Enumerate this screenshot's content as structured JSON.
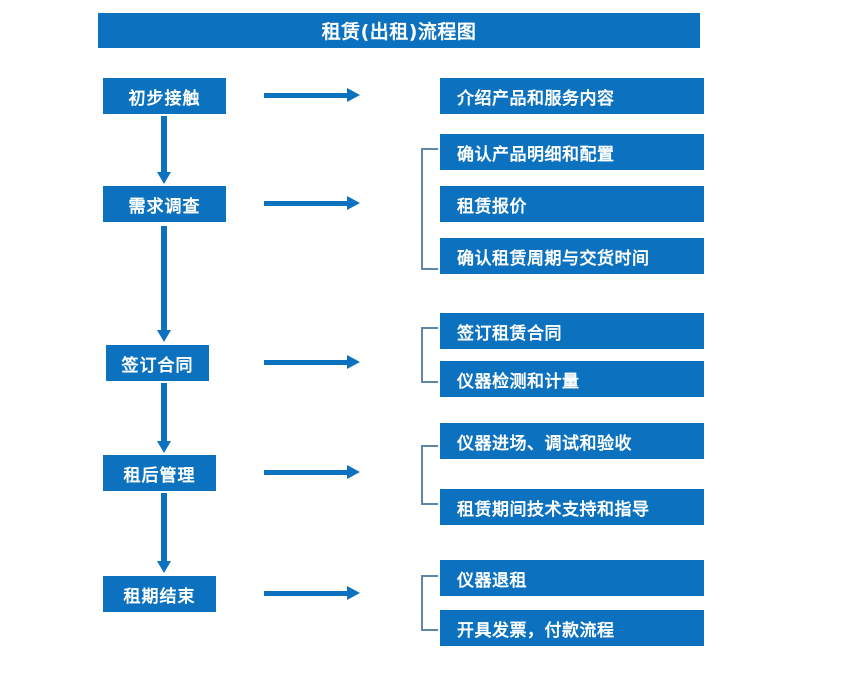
{
  "header": {
    "title": "租赁(出租)流程图"
  },
  "colors": {
    "brand_blue": "#0c72c0",
    "bracket_blue": "#5f86a6",
    "box_text": "#ffffff",
    "background": "#ffffff"
  },
  "flow": {
    "stages": [
      {
        "label": "初步接触"
      },
      {
        "label": "需求调查"
      },
      {
        "label": "签订合同"
      },
      {
        "label": "租后管理"
      },
      {
        "label": "租期结束"
      }
    ],
    "groups": [
      {
        "stage": "初步接触",
        "has_bracket": false,
        "items": [
          {
            "label": "介绍产品和服务内容"
          }
        ]
      },
      {
        "stage": "需求调查",
        "has_bracket": true,
        "items": [
          {
            "label": "确认产品明细和配置"
          },
          {
            "label": "租赁报价"
          },
          {
            "label": "确认租赁周期与交货时间"
          }
        ]
      },
      {
        "stage": "签订合同",
        "has_bracket": true,
        "items": [
          {
            "label": "签订租赁合同"
          },
          {
            "label": "仪器检测和计量"
          }
        ]
      },
      {
        "stage": "租后管理",
        "has_bracket": true,
        "items": [
          {
            "label": "仪器进场、调试和验收"
          },
          {
            "label": "租赁期间技术支持和指导"
          }
        ]
      },
      {
        "stage": "租期结束",
        "has_bracket": true,
        "items": [
          {
            "label": "仪器退租"
          },
          {
            "label": "开具发票，付款流程"
          }
        ]
      }
    ],
    "connectors": {
      "horizontal_arrow_count": 5,
      "vertical_arrow_count": 4
    }
  }
}
